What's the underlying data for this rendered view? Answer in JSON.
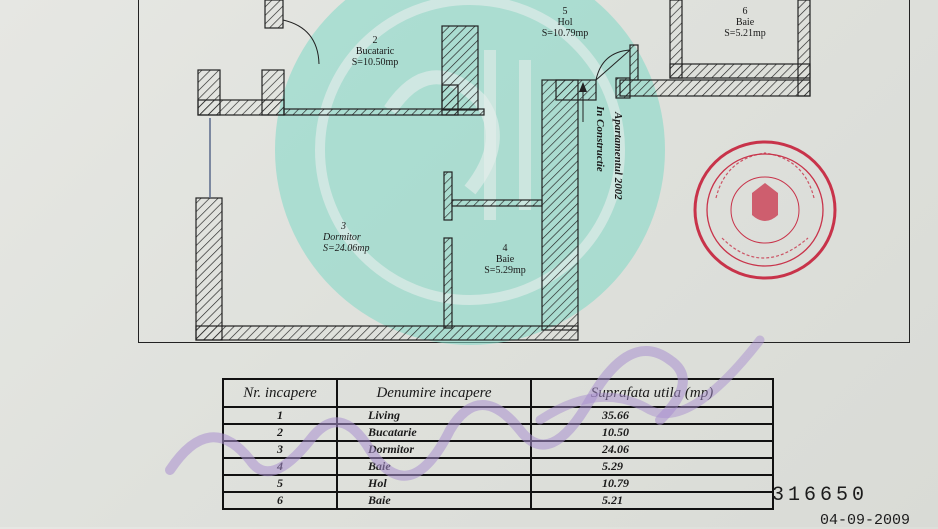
{
  "rooms_plan": [
    {
      "nr": "2",
      "name": "Bucataric",
      "area": "S=10.50mp"
    },
    {
      "nr": "5",
      "name": "Hol",
      "area": "S=10.79mp"
    },
    {
      "nr": "6",
      "name": "Baie",
      "area": "S=5.21mp"
    },
    {
      "nr": "3",
      "name": "Dormitor",
      "area": "S=24.06mp"
    },
    {
      "nr": "4",
      "name": "Baie",
      "area": "S=5.29mp"
    }
  ],
  "annotation": {
    "line1": "Apartamentul 2002",
    "line2": "In Constructie"
  },
  "table": {
    "headers": [
      "Nr. incapere",
      "Denumire incapere",
      "Suprafata utila (mp)"
    ],
    "rows": [
      {
        "nr": "1",
        "name": "Living",
        "area": "35.66"
      },
      {
        "nr": "2",
        "name": "Bucatarie",
        "area": "10.50"
      },
      {
        "nr": "3",
        "name": "Dormitor",
        "area": "24.06"
      },
      {
        "nr": "4",
        "name": "Baie",
        "area": "5.29"
      },
      {
        "nr": "5",
        "name": "Hol",
        "area": "10.79"
      },
      {
        "nr": "6",
        "name": "Baie",
        "area": "5.21"
      }
    ]
  },
  "document_number": "316650",
  "date": "04-09-2009",
  "colors": {
    "stamp": "#c8334a",
    "watermark": "#7fd8c6",
    "signature": "#a98fcf",
    "wall": "#222222"
  }
}
